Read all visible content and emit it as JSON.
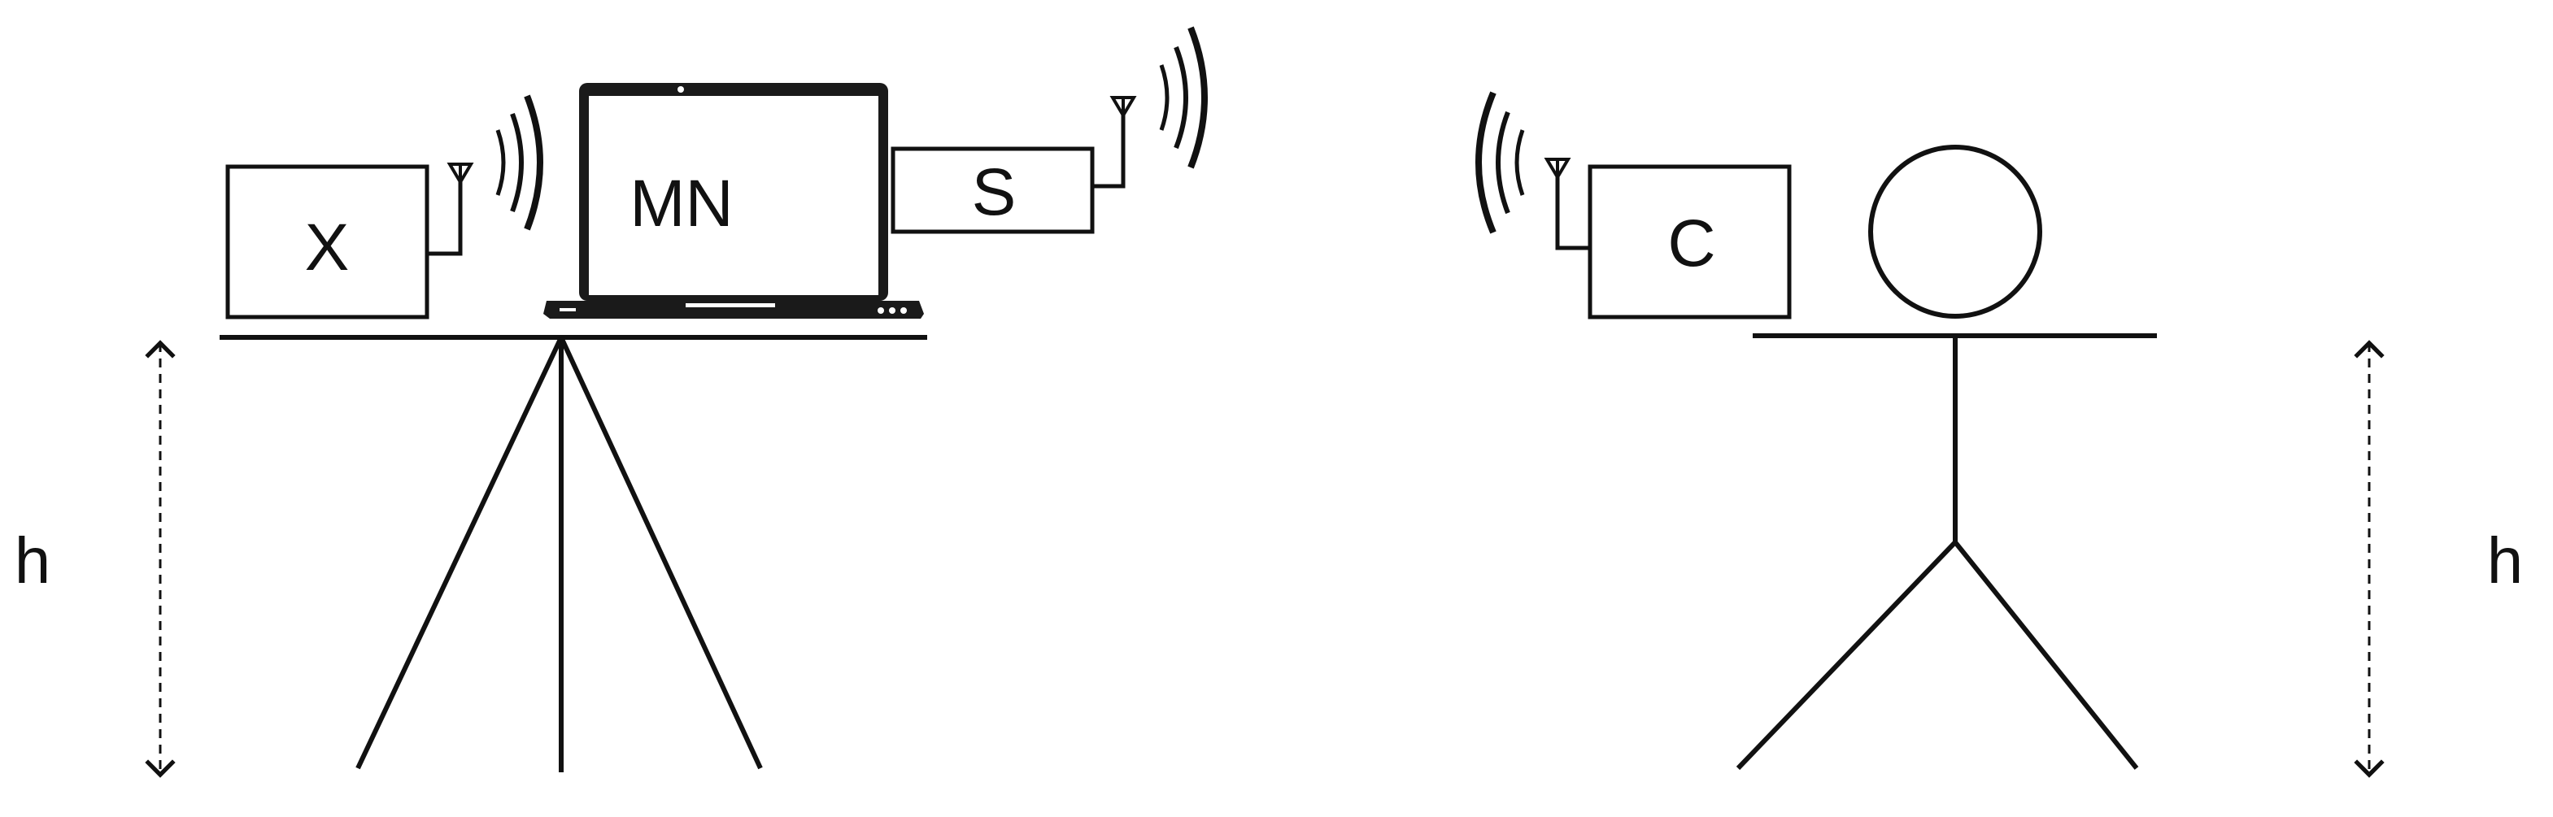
{
  "labels": {
    "box_x": "X",
    "laptop": "MN",
    "box_s": "S",
    "box_c": "C",
    "height_left": "h",
    "height_right": "h"
  },
  "colors": {
    "ink": "#111111",
    "laptop_body": "#1a1a1a",
    "background": "#ffffff"
  }
}
